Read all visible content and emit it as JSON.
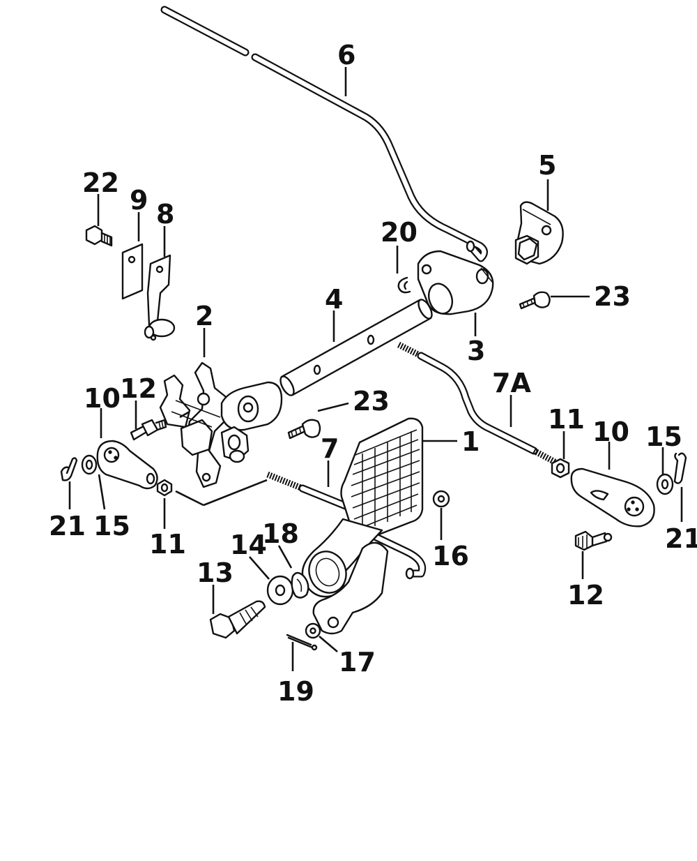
{
  "diagram": {
    "callouts": {
      "c1": "1",
      "c2": "2",
      "c3": "3",
      "c4": "4",
      "c5": "5",
      "c6": "6",
      "c7": "7",
      "c7A": "7A",
      "c8": "8",
      "c9": "9",
      "c10_left": "10",
      "c10_right": "10",
      "c11_left": "11",
      "c11_right": "11",
      "c12_left": "12",
      "c12_right": "12",
      "c13": "13",
      "c14": "14",
      "c15_left": "15",
      "c15_right": "15",
      "c16": "16",
      "c17": "17",
      "c18": "18",
      "c19": "19",
      "c20": "20",
      "c21_left": "21",
      "c21_right": "21",
      "c22": "22",
      "c23_top": "23",
      "c23_mid": "23"
    },
    "parts": [
      "throttle-pedal",
      "shift-lever-assembly",
      "lever",
      "shaft",
      "lever-cam",
      "rod",
      "rod-7",
      "rod-7a",
      "bracket",
      "plate",
      "rod-end",
      "nut",
      "ball-stud",
      "bolt",
      "washer",
      "clip",
      "e-clip",
      "cotter-pin",
      "screw"
    ]
  }
}
